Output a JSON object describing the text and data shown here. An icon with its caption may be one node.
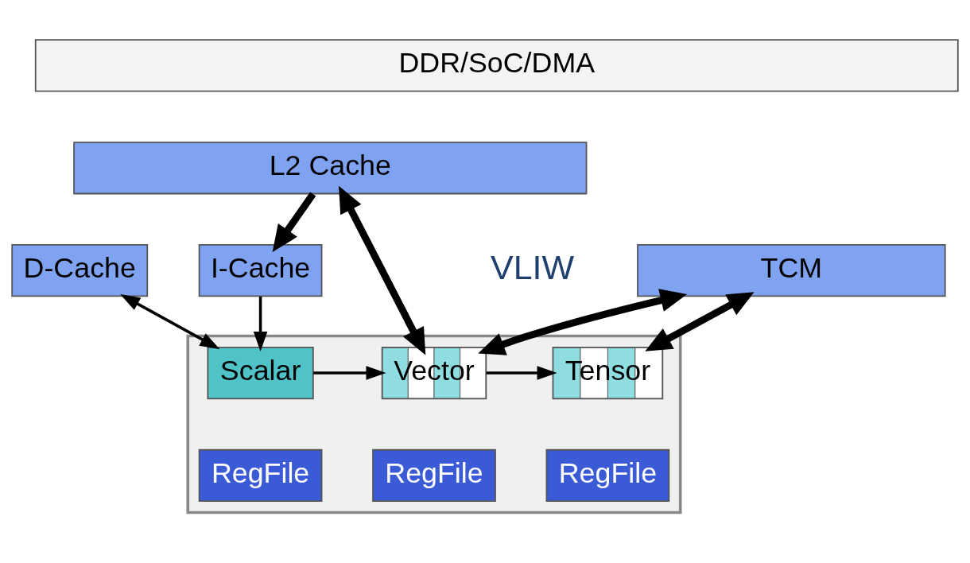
{
  "diagram": {
    "nodes": [
      {
        "text": [
          "DDR/SoC/DMA"
        ]
      },
      {
        "text": [
          "L2 Cache"
        ]
      },
      {
        "text": [
          "D-Cache"
        ]
      },
      {
        "text": [
          "TCM"
        ]
      },
      {
        "text": [
          "I-Cache"
        ]
      },
      {
        "text": [],
        "shape": "box"
      },
      {
        "text": [
          "Scalar"
        ],
        "in": 5
      },
      {
        "text": [
          "RegFile"
        ],
        "in": 5
      },
      {
        "text": [
          "Vector"
        ],
        "in": 5
      },
      {
        "text": [
          "RegFile"
        ],
        "in": 5
      },
      {
        "text": [
          "Tensor"
        ],
        "in": 5
      },
      {
        "text": [
          "RegFile"
        ],
        "in": 5
      }
    ],
    "edges": [
      {
        "from": 1,
        "to": 4,
        "arrow": "to",
        "style": "thick"
      },
      {
        "from": 2,
        "to": 6,
        "arrow": "both"
      },
      {
        "from": 1,
        "to": 8,
        "arrow": "both",
        "style": "thick"
      },
      {
        "from": 3,
        "to": 8,
        "arrow": "both",
        "style": "thick"
      },
      {
        "from": 3,
        "to": 10,
        "arrow": "both",
        "style": "thick"
      },
      {
        "from": 4,
        "to": 6,
        "arrow": "to"
      },
      {
        "from": 6,
        "to": 8,
        "arrow": "to"
      },
      {
        "from": 8,
        "to": 10,
        "arrow": "to"
      }
    ],
    "labels": [
      "VLIW"
    ]
  }
}
